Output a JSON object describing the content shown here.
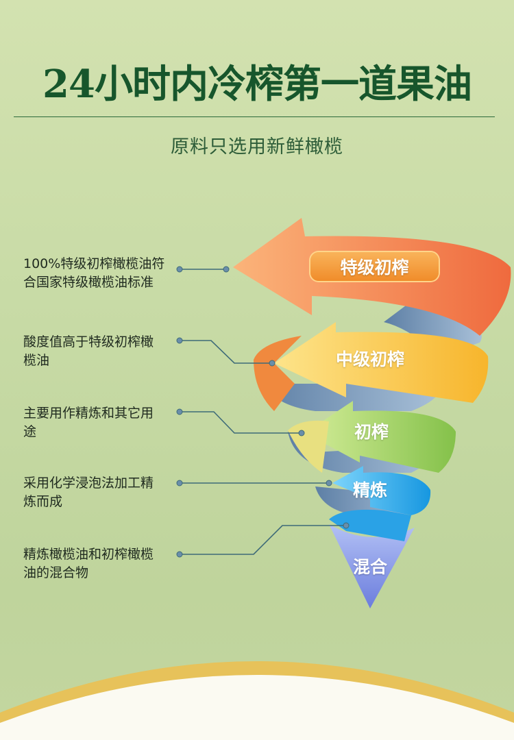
{
  "header": {
    "title": "24小时内冷榨第一道果油",
    "subtitle": "原料只选用新鲜橄榄"
  },
  "tiers": [
    {
      "label": "特级初榨",
      "color": "#f28a4c",
      "description": "100%特级初榨橄榄油符合国家特级橄榄油标准"
    },
    {
      "label": "中级初榨",
      "color": "#f9c243",
      "description": "酸度值高于特级初榨橄榄油"
    },
    {
      "label": "初榨",
      "color": "#9ccd5a",
      "description": "主要用作精炼和其它用途"
    },
    {
      "label": "精炼",
      "color": "#2aa8e8",
      "description": "采用化学浸泡法加工精炼而成"
    },
    {
      "label": "混合",
      "color": "#8d9be6",
      "description": "精炼橄榄油和初榨橄榄油的混合物"
    }
  ]
}
